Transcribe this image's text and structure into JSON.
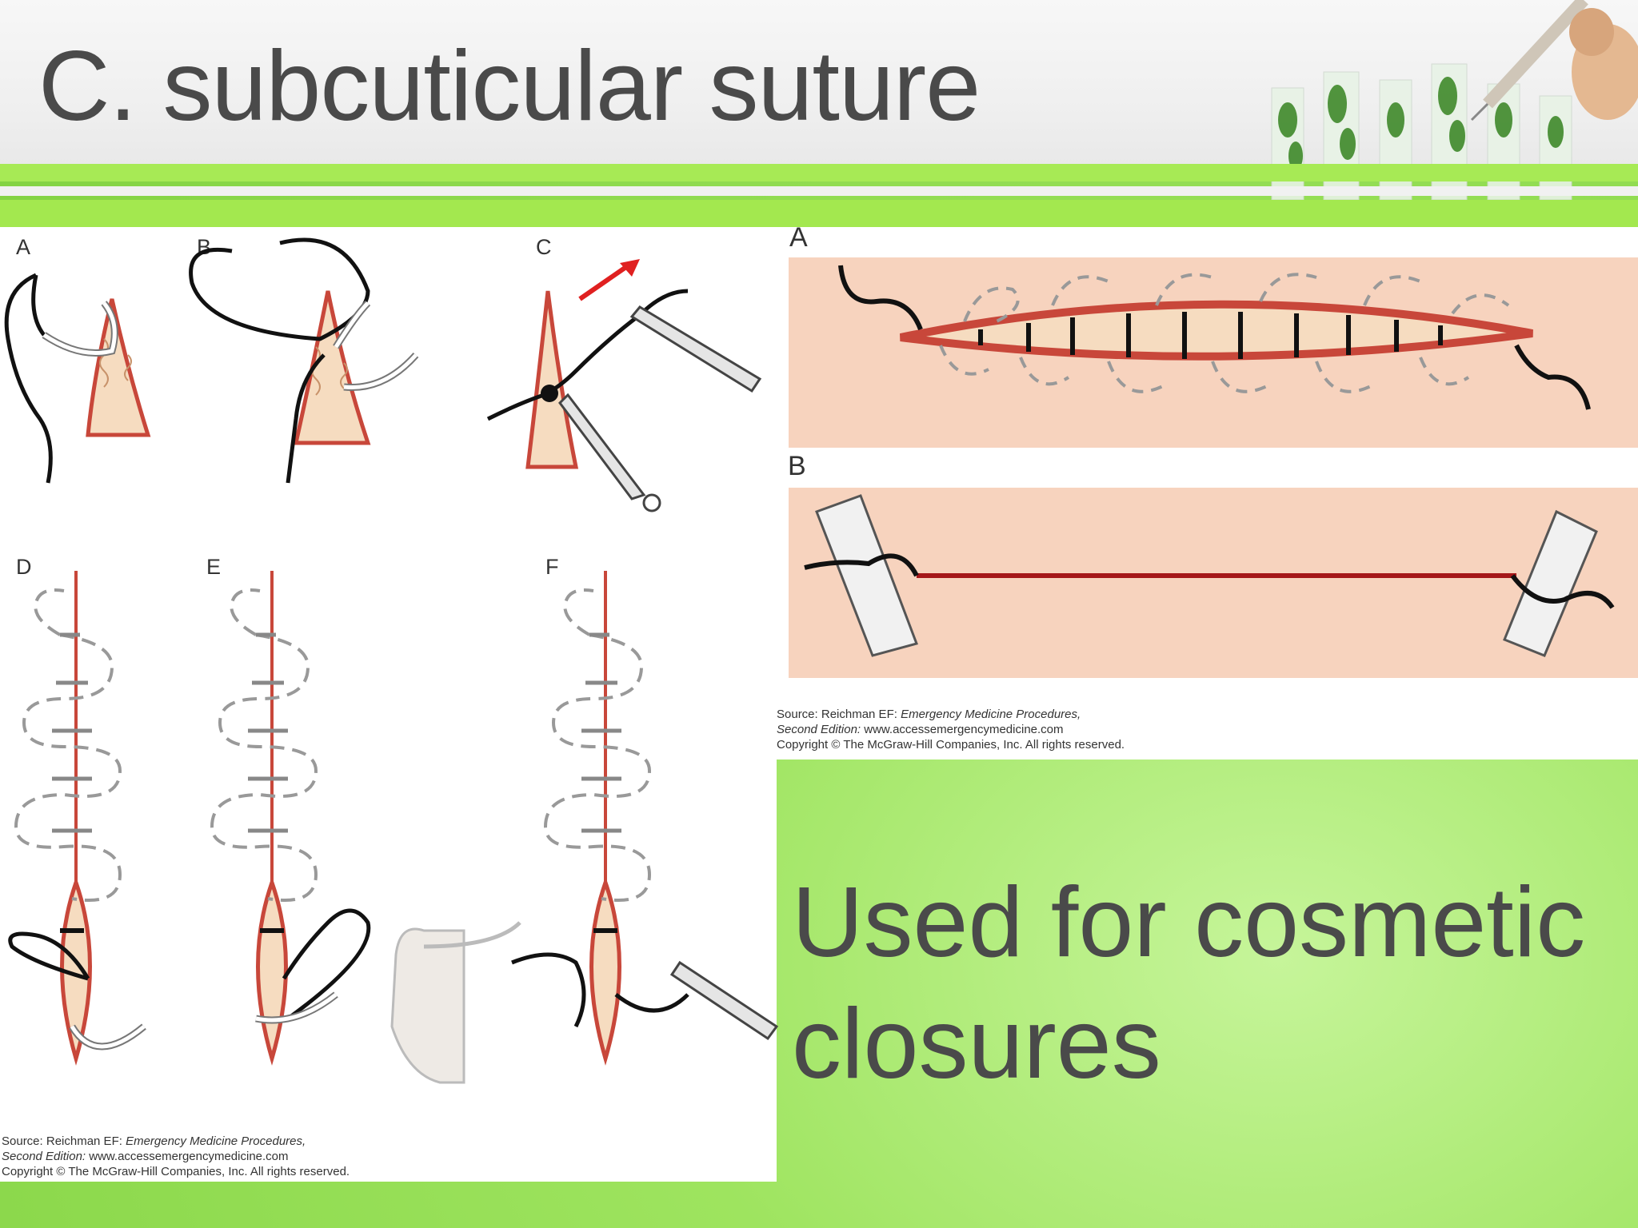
{
  "slide": {
    "title": "C. subcuticular suture",
    "body": "Used for cosmetic closures"
  },
  "left_figure": {
    "panels": [
      "A",
      "B",
      "C",
      "D",
      "E",
      "F"
    ],
    "source_line1_prefix": "Source: Reichman EF: ",
    "source_line1_italic": "Emergency Medicine Procedures,",
    "source_line2_italic": "Second Edition:",
    "source_line2_rest": " www.accessemergencymedicine.com",
    "copyright": "Copyright © The McGraw-Hill Companies, Inc. All rights reserved."
  },
  "right_figure": {
    "panels": [
      "A",
      "B"
    ],
    "source_line1_prefix": "Source: Reichman EF: ",
    "source_line1_italic": "Emergency Medicine Procedures,",
    "source_line2_italic": "Second Edition:",
    "source_line2_rest": " www.accessemergencymedicine.com",
    "copyright": "Copyright © The McGraw-Hill Companies, Inc. All rights reserved."
  },
  "colors": {
    "title_text": "#4a4a4a",
    "accent_green": "#a7ea55",
    "wound_edge": "#c8473a",
    "wound_fill": "#f6dcc0",
    "skin": "#f7cdb8",
    "arrow": "#e02020"
  }
}
